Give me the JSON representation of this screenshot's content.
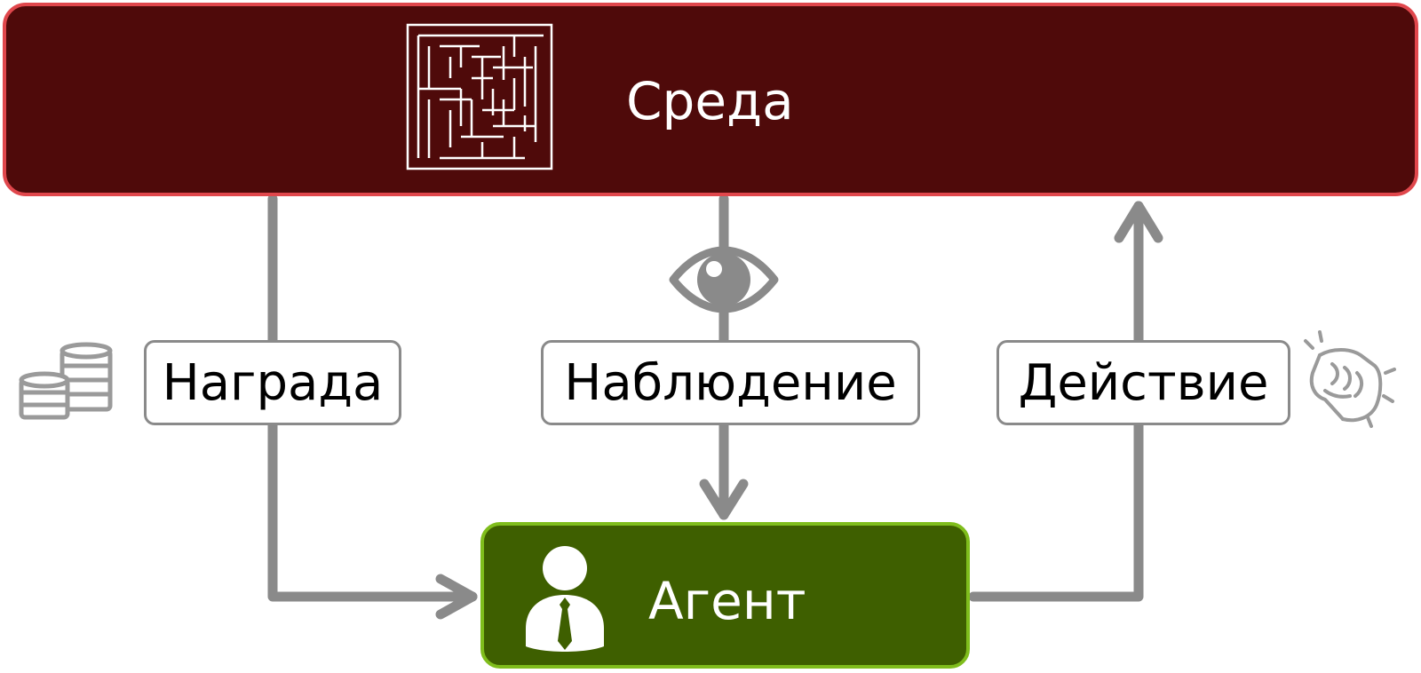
{
  "environment": {
    "label": "Среда",
    "icon": "maze-icon",
    "color": "#4f0a0a",
    "border_color": "#e0474c"
  },
  "agent": {
    "label": "Агент",
    "icon": "person-with-tie-icon",
    "color": "#3e5f00",
    "border_color": "#7fbd1c"
  },
  "flows": [
    {
      "label": "Награда",
      "icon": "coins-icon"
    },
    {
      "label": "Наблюдение",
      "icon": "eye-icon"
    },
    {
      "label": "Действие",
      "icon": "fist-icon"
    }
  ],
  "arrow_color": "#8a8a8a"
}
